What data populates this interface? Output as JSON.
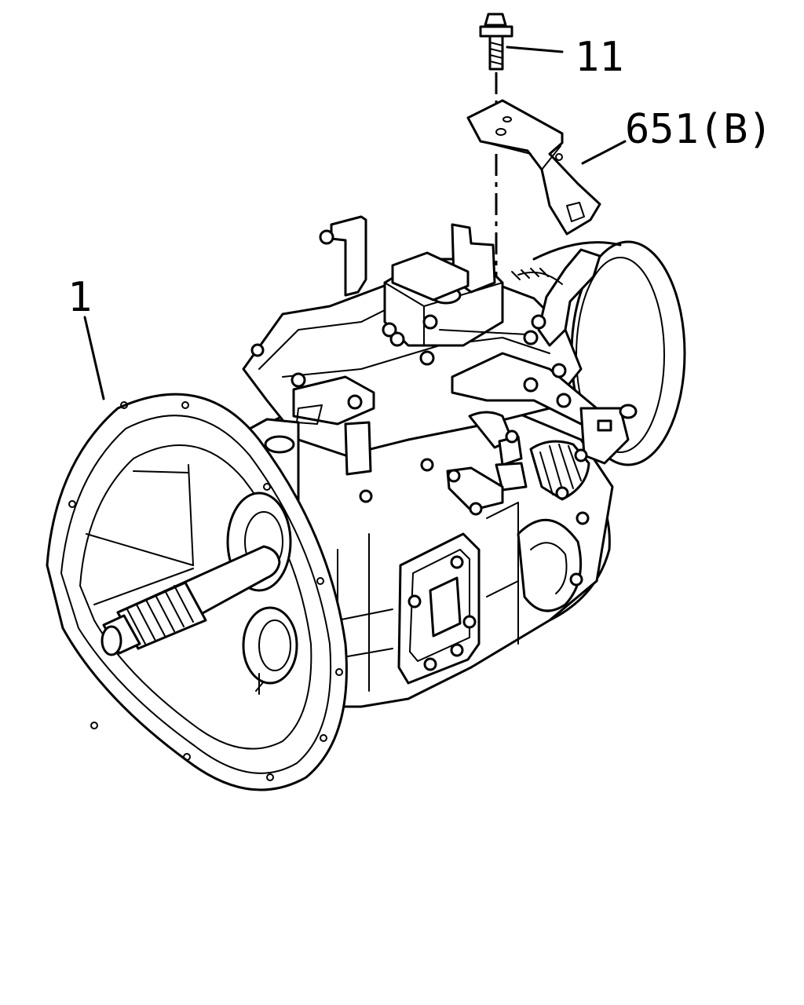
{
  "callouts": [
    {
      "id": "transmission",
      "label": "1"
    },
    {
      "id": "bolt",
      "label": "11"
    },
    {
      "id": "bracket",
      "label": "651(B)"
    }
  ]
}
